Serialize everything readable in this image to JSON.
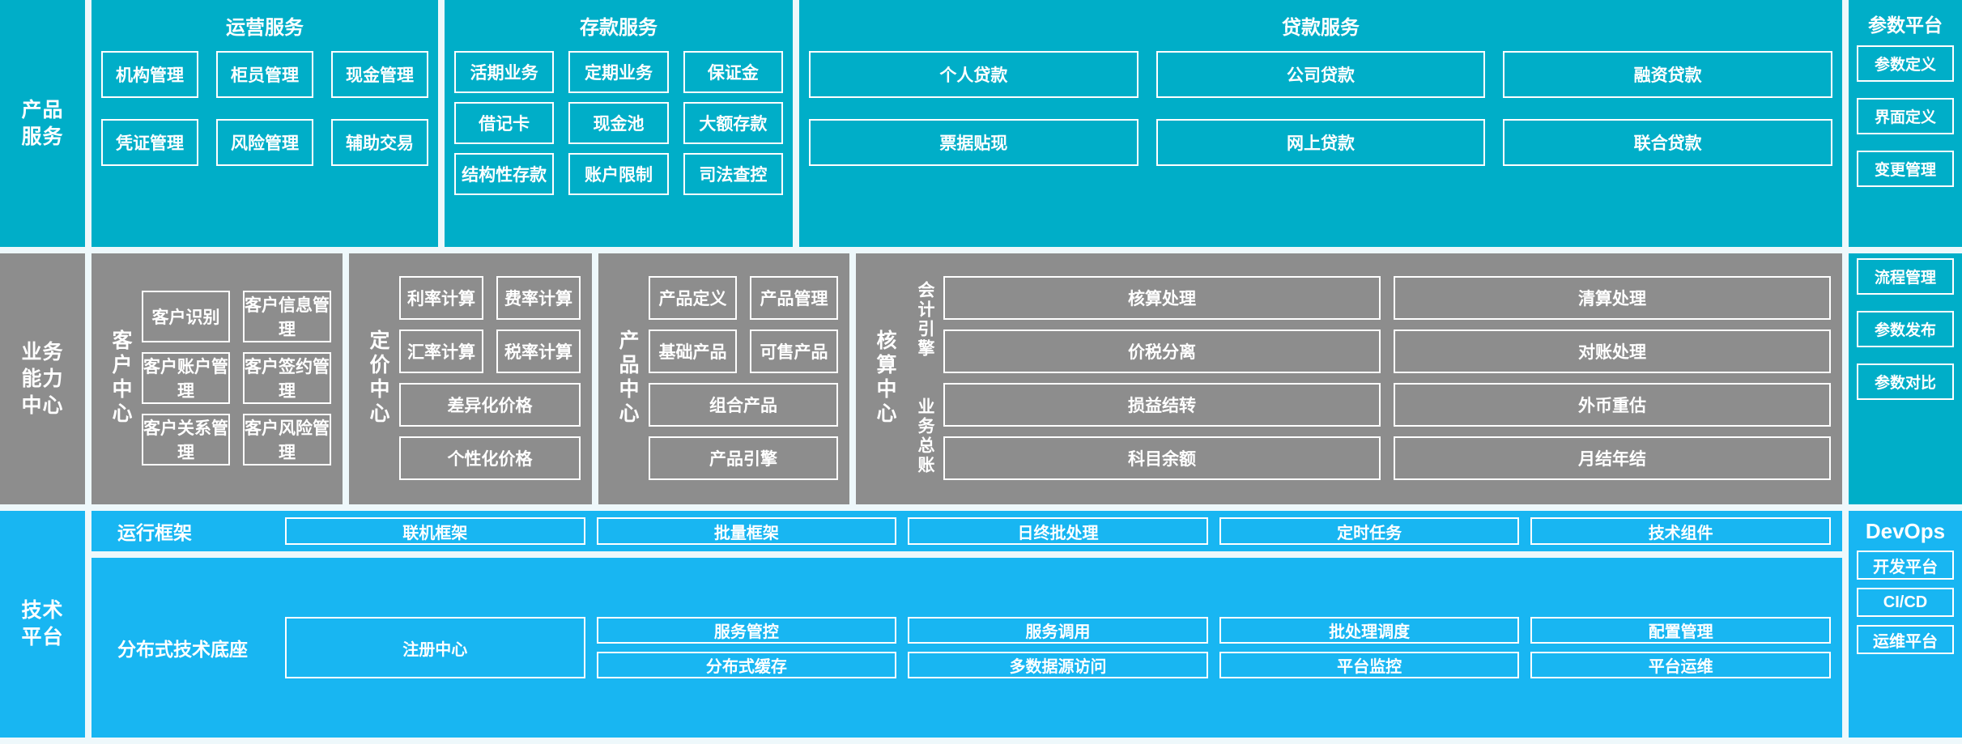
{
  "layers": {
    "product_service": "产品\n服务",
    "business_capability": "业务\n能力\n中心",
    "technology_platform": "技术\n平台"
  },
  "colors": {
    "teal": "#00AEC8",
    "gray": "#8D8D8D",
    "cyan": "#18B6F2",
    "background": "#EEF8FB",
    "chip_border": "#FFFFFF",
    "text": "#FFFFFF"
  },
  "product_service": {
    "groups": [
      {
        "title": "运营服务",
        "items": [
          "机构管理",
          "柜员管理",
          "现金管理",
          "凭证管理",
          "风险管理",
          "辅助交易"
        ]
      },
      {
        "title": "存款服务",
        "items": [
          "活期业务",
          "定期业务",
          "保证金",
          "借记卡",
          "现金池",
          "大额存款",
          "结构性存款",
          "账户限制",
          "司法查控"
        ]
      },
      {
        "title": "贷款服务",
        "items": [
          "个人贷款",
          "公司贷款",
          "融资贷款",
          "票据贴现",
          "网上贷款",
          "联合贷款"
        ]
      }
    ]
  },
  "business_capability": {
    "centers": [
      {
        "title": "客户中心",
        "items": [
          "客户识别",
          "客户信息管理",
          "客户账户管理",
          "客户签约管理",
          "客户关系管理",
          "客户风险管理"
        ]
      },
      {
        "title": "定价中心",
        "items": [
          "利率计算",
          "费率计算",
          "汇率计算",
          "税率计算"
        ],
        "wide_items": [
          "差异化价格",
          "个性化价格"
        ]
      },
      {
        "title": "产品中心",
        "items": [
          "产品定义",
          "产品管理",
          "基础产品",
          "可售产品"
        ],
        "wide_items": [
          "组合产品",
          "产品引擎"
        ]
      },
      {
        "title": "核算中心",
        "subgroups": [
          {
            "label": "会计引擎",
            "items": [
              "核算处理",
              "清算处理",
              "价税分离",
              "对账处理"
            ]
          },
          {
            "label": "业务总账",
            "items": [
              "损益结转",
              "外币重估",
              "科目余额",
              "月结年结"
            ]
          }
        ]
      }
    ]
  },
  "technology_platform": {
    "runtime": {
      "label": "运行框架",
      "items": [
        "联机框架",
        "批量框架",
        "日终批处理",
        "定时任务",
        "技术组件"
      ]
    },
    "base": {
      "label": "分布式技术底座",
      "registry": "注册中心",
      "items": [
        "服务管控",
        "服务调用",
        "批处理调度",
        "配置管理",
        "分布式缓存",
        "多数据源访问",
        "平台监控",
        "平台运维"
      ]
    }
  },
  "right_rail": {
    "parameter_platform": {
      "title": "参数平台",
      "items": [
        "参数定义",
        "界面定义",
        "变更管理",
        "流程管理",
        "参数发布",
        "参数对比"
      ]
    },
    "devops": {
      "title": "DevOps",
      "items": [
        "开发平台",
        "CI/CD",
        "运维平台"
      ]
    }
  }
}
